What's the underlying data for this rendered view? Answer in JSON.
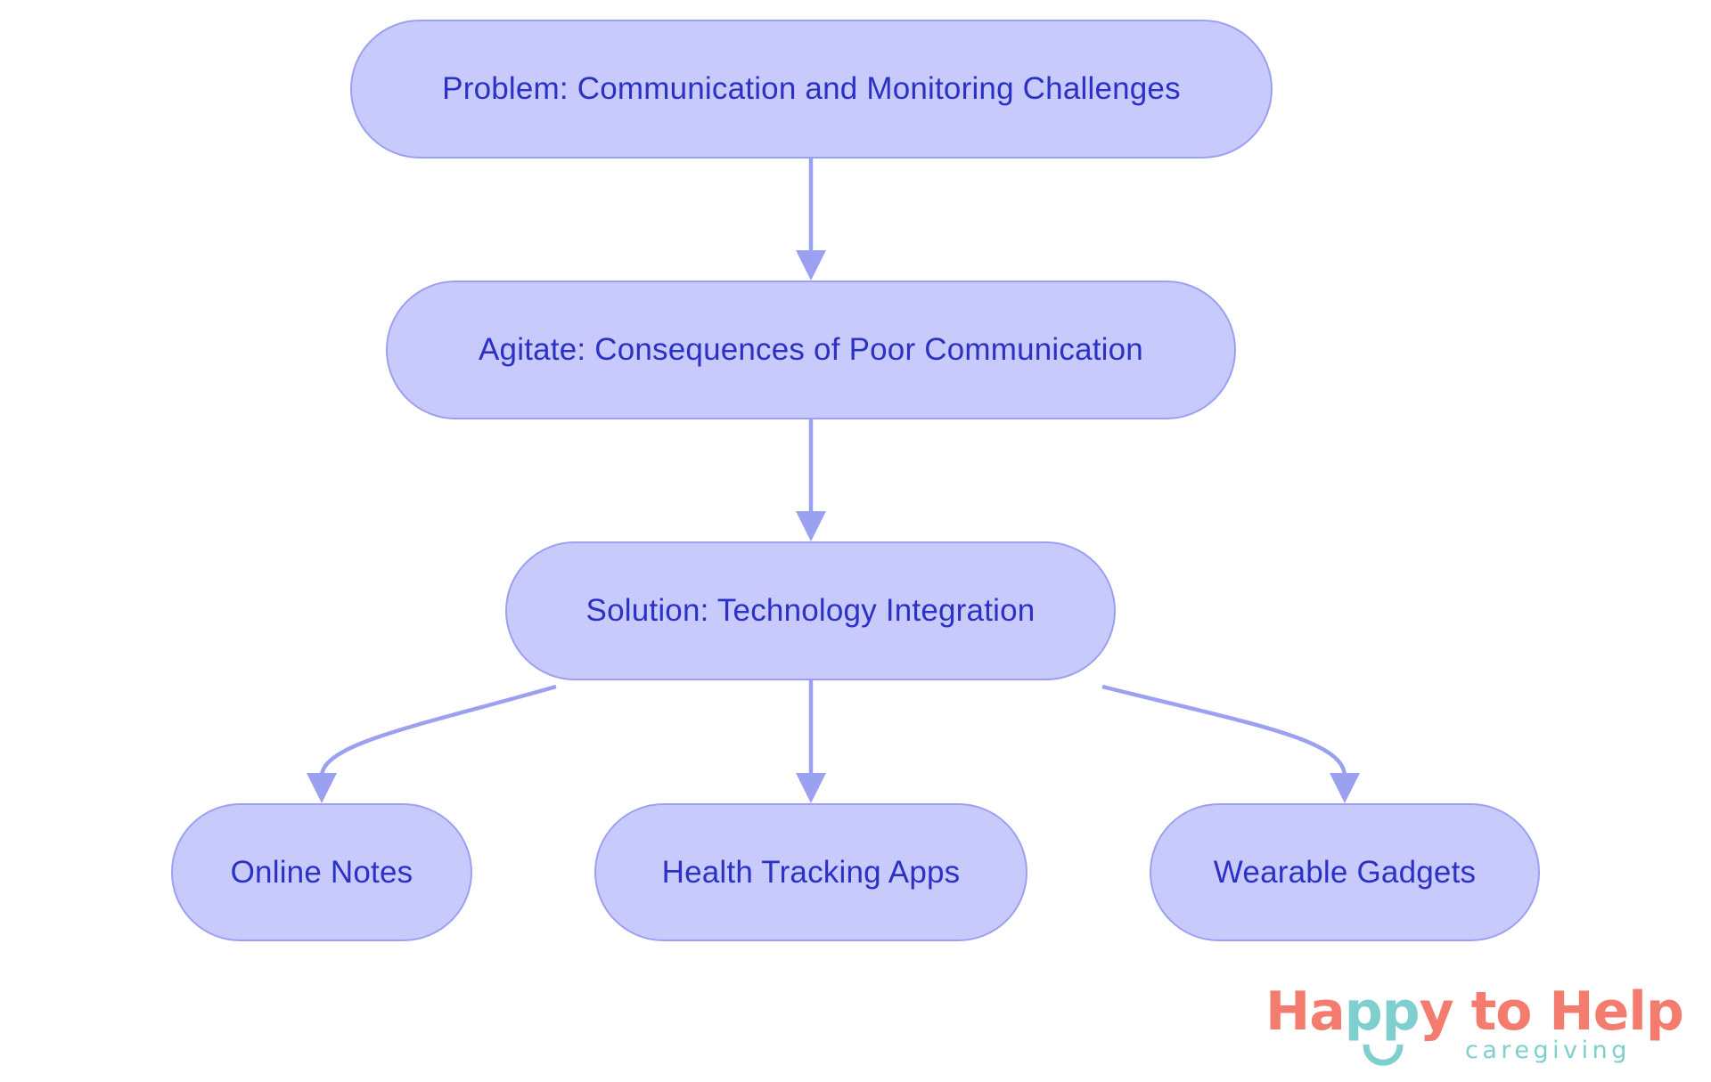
{
  "diagram": {
    "type": "flowchart",
    "direction": "top-down",
    "colors": {
      "background": "#FFFFFF",
      "node_fill": "#C8CAFC",
      "node_stroke": "#9BA0F0",
      "node_text": "#2A31C4",
      "edge": "#9BA0F0"
    },
    "nodes": {
      "problem": {
        "label": "Problem: Communication and Monitoring Challenges"
      },
      "agitate": {
        "label": "Agitate: Consequences of Poor Communication"
      },
      "solution": {
        "label": "Solution: Technology Integration"
      },
      "notes": {
        "label": "Online Notes"
      },
      "health": {
        "label": "Health Tracking Apps"
      },
      "wearable": {
        "label": "Wearable Gadgets"
      }
    },
    "edges": [
      {
        "from": "problem",
        "to": "agitate"
      },
      {
        "from": "agitate",
        "to": "solution"
      },
      {
        "from": "solution",
        "to": "notes"
      },
      {
        "from": "solution",
        "to": "health"
      },
      {
        "from": "solution",
        "to": "wearable"
      }
    ]
  },
  "logo": {
    "part1": "Ha",
    "part2": "pp",
    "part3": "y to Help",
    "tagline": "caregiving",
    "colors": {
      "coral": "#F47C6E",
      "teal": "#7ECFCE"
    }
  }
}
